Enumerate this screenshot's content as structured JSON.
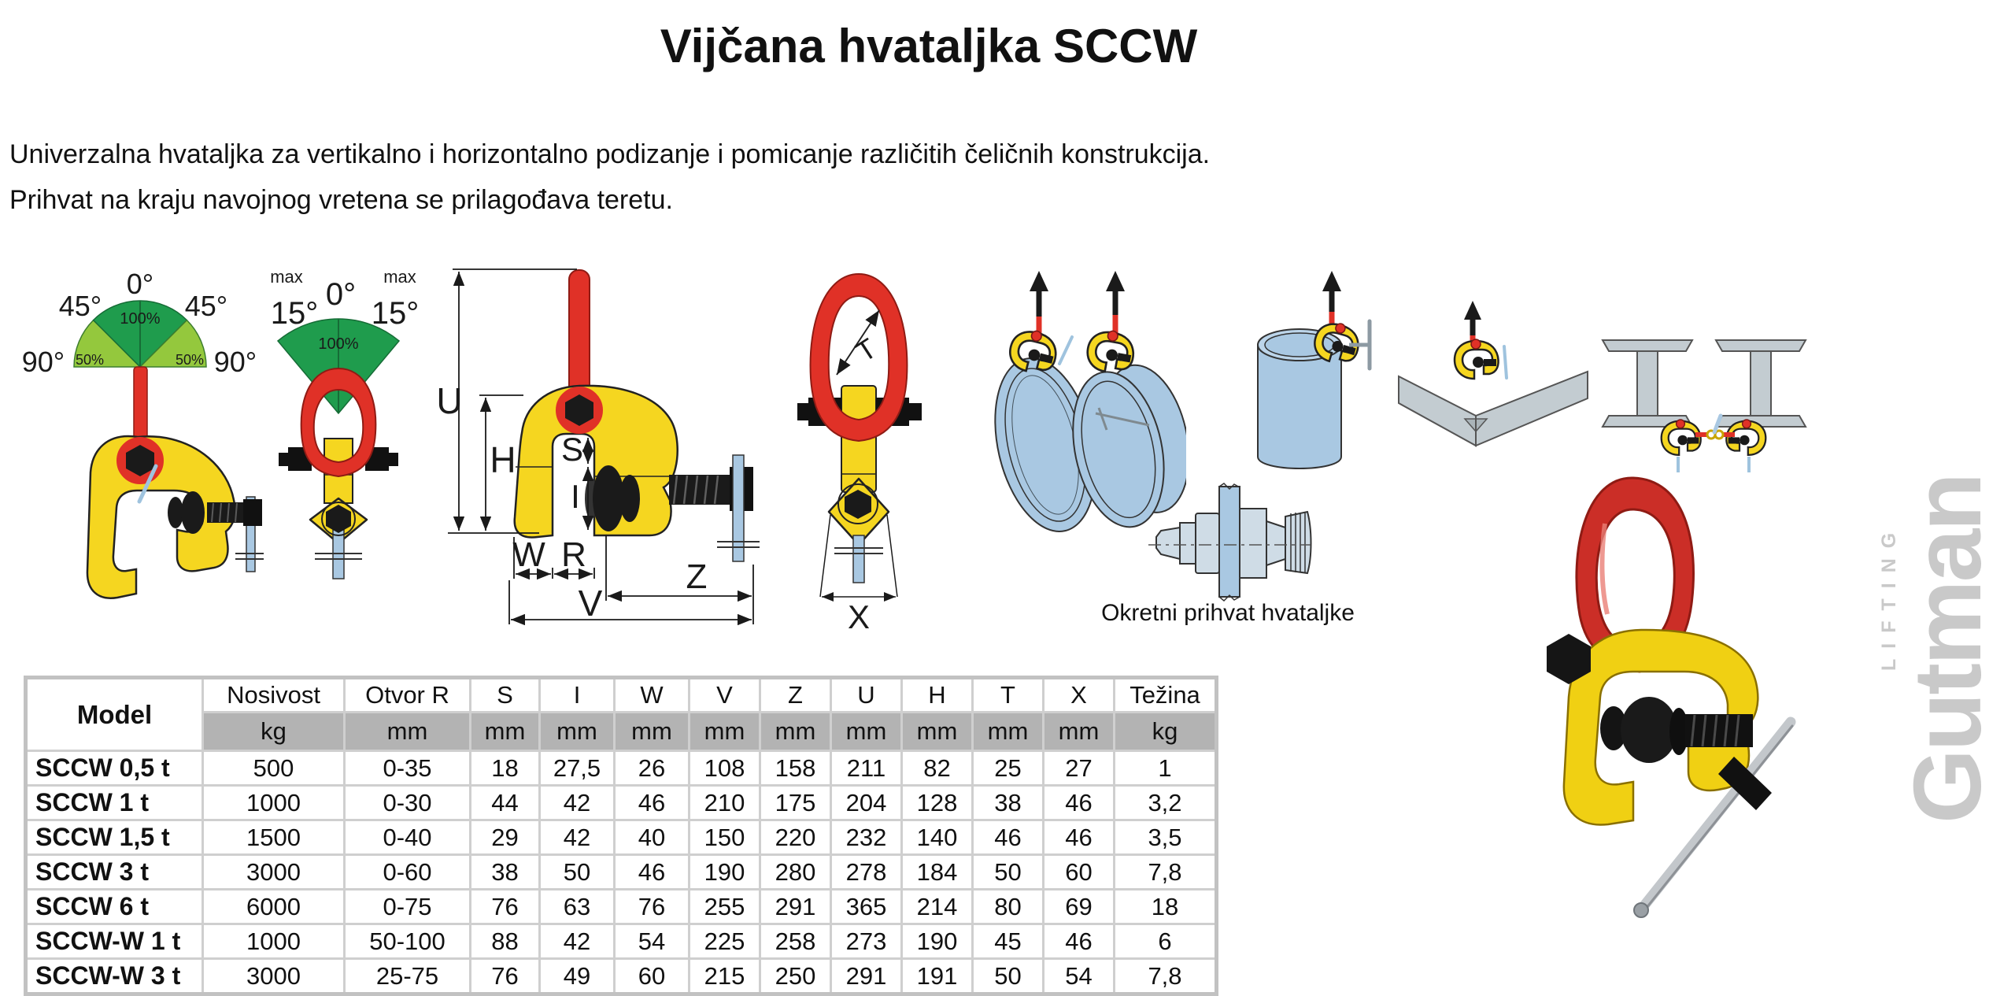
{
  "page": {
    "title": "Vijčana hvataljka SCCW",
    "description_line1": "Univerzalna hvataljka za vertikalno i horizontalno podizanje i pomicanje različitih čeličnih konstrukcija.",
    "description_line2": "Prihvat na kraju navojnog vretena se prilagođava teretu."
  },
  "angle_gauge": {
    "top": "0°",
    "left": "45°",
    "right": "45°",
    "left_low": "90°",
    "right_low": "90°",
    "center_pct": "100%",
    "left_pct": "50%",
    "right_pct": "50%"
  },
  "tilt_gauge": {
    "max_left": "max",
    "left": "15°",
    "top": "0°",
    "max_right": "max",
    "right": "15°",
    "pct": "100%"
  },
  "dims": {
    "u": "U",
    "h": "H",
    "s": "S",
    "i": "I",
    "w": "W",
    "r": "R",
    "z": "Z",
    "v": "V",
    "t": "T",
    "x": "X"
  },
  "swivel_caption": "Okretni prihvat hvataljke",
  "logo": {
    "brand": "Gutman",
    "sub": "LIFTING"
  },
  "colors": {
    "red": "#e03127",
    "yellow": "#f5d620",
    "dark_green": "#1f9c4d",
    "light_green": "#94c83d",
    "steel_blue": "#a9c8e2",
    "beam_gray": "#c3ccd1",
    "logo_gray": "#c9c9c9",
    "table_units_bg": "#b3b3b3",
    "grid_gray": "#cfcfcf"
  },
  "table": {
    "header": [
      "Model",
      "Nosivost",
      "Otvor R",
      "S",
      "I",
      "W",
      "V",
      "Z",
      "U",
      "H",
      "T",
      "X",
      "Težina"
    ],
    "units": [
      "kg",
      "mm",
      "mm",
      "mm",
      "mm",
      "mm",
      "mm",
      "mm",
      "mm",
      "mm",
      "mm",
      "kg"
    ],
    "rows": [
      {
        "model": "SCCW 0,5 t",
        "values": [
          "500",
          "0-35",
          "18",
          "27,5",
          "26",
          "108",
          "158",
          "211",
          "82",
          "25",
          "27",
          "1"
        ]
      },
      {
        "model": "SCCW 1 t",
        "values": [
          "1000",
          "0-30",
          "44",
          "42",
          "46",
          "210",
          "175",
          "204",
          "128",
          "38",
          "46",
          "3,2"
        ]
      },
      {
        "model": "SCCW 1,5 t",
        "values": [
          "1500",
          "0-40",
          "29",
          "42",
          "40",
          "150",
          "220",
          "232",
          "140",
          "46",
          "46",
          "3,5"
        ]
      },
      {
        "model": "SCCW 3 t",
        "values": [
          "3000",
          "0-60",
          "38",
          "50",
          "46",
          "190",
          "280",
          "278",
          "184",
          "50",
          "60",
          "7,8"
        ]
      },
      {
        "model": "SCCW 6 t",
        "values": [
          "6000",
          "0-75",
          "76",
          "63",
          "76",
          "255",
          "291",
          "365",
          "214",
          "80",
          "69",
          "18"
        ]
      },
      {
        "model": "SCCW-W 1 t",
        "values": [
          "1000",
          "50-100",
          "88",
          "42",
          "54",
          "225",
          "258",
          "273",
          "190",
          "45",
          "46",
          "6"
        ]
      },
      {
        "model": "SCCW-W 3 t",
        "values": [
          "3000",
          "25-75",
          "76",
          "49",
          "60",
          "215",
          "250",
          "291",
          "191",
          "50",
          "54",
          "7,8"
        ]
      }
    ]
  }
}
